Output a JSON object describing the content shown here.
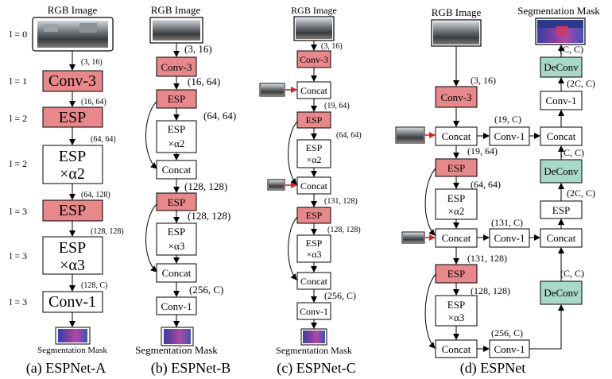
{
  "colors": {
    "esp_block": "#e9888a",
    "deconv_block": "#a8d8c8",
    "skip_arrow": "#e02020"
  },
  "texts": {
    "rgb_image": "RGB Image",
    "segmentation_mask": "Segmentation Mask",
    "conv3": "Conv-3",
    "esp": "ESP",
    "times_a2": "×α2",
    "times_a3": "×α3",
    "concat": "Concat",
    "conv1": "Conv-1",
    "deconv": "DeConv"
  },
  "captions": {
    "a": "(a) ESPNet-A",
    "b": "(b) ESPNet-B",
    "c": "(c) ESPNet-C",
    "d": "(d) ESPNet"
  },
  "levels": {
    "l0": "l = 0",
    "l1": "l = 1",
    "l2a": "l = 2",
    "l2b": "l = 2",
    "l3a": "l = 3",
    "l3b": "l = 3",
    "l3c": "l = 3"
  },
  "dims": {
    "d3_16": "(3, 16)",
    "d16_64": "(16, 64)",
    "d64_64": "(64, 64)",
    "d64_128": "(64, 128)",
    "d128_128": "(128, 128)",
    "d128_C": "(128, C)",
    "d256_C": "(256, C)",
    "d19_64": "(19, 64)",
    "d131_128": "(131, 128)",
    "d19_C": "(19, C)",
    "d131_C": "(131, C)",
    "dC_C": "(C, C)",
    "d2C_C": "(2C, C)"
  }
}
